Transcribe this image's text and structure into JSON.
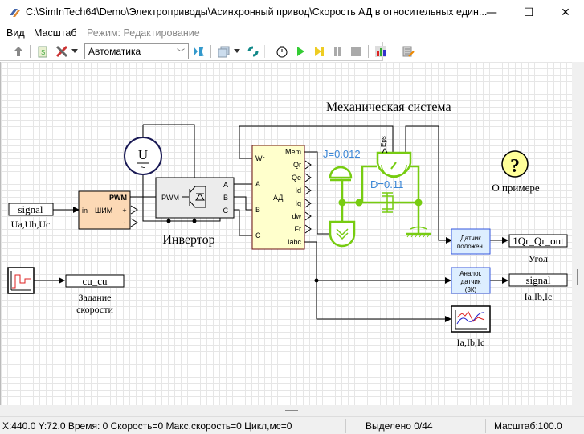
{
  "window": {
    "title": "C:\\SimInTech64\\Demo\\Электроприводы\\Асинхронный привод\\Скорость АД в относительных един...",
    "minimize": "—",
    "maximize": "☐",
    "close": "✕"
  },
  "menu": {
    "items": [
      {
        "label": "Вид"
      },
      {
        "label": "Масштаб"
      }
    ],
    "mode_label": "Режим: Редактирование"
  },
  "toolbar": {
    "combo_value": "Автоматика",
    "icons": [
      "up-arrow-icon",
      "script-icon",
      "tools-icon",
      "dropdown-icon",
      "connect-icon",
      "layers-icon",
      "dropdown-icon",
      "refresh-icon",
      "timer-icon",
      "play-icon",
      "step-icon",
      "pause-icon",
      "stop-icon",
      "chart-icon",
      "edit-list-icon"
    ]
  },
  "diagram": {
    "mech_title": "Механическая система",
    "inverter_label": "Инвертор",
    "source": {
      "label": "U",
      "sub": "~"
    },
    "pwm_block": {
      "title": "ШИМ",
      "in": "in",
      "out": "PWM",
      "plus": "+",
      "minus": "-"
    },
    "inverter": {
      "pwm": "PWM",
      "a": "A",
      "b": "B",
      "c": "C"
    },
    "motor": {
      "title": "АД",
      "inputs": [
        "Wr",
        "A",
        "B",
        "C"
      ],
      "outputs": [
        "Mem",
        "Qr",
        "Qe",
        "Id",
        "Iq",
        "dw",
        "Fr",
        "Iabc"
      ]
    },
    "signal_in": {
      "value": "signal",
      "caption": "Ua,Ub,Uc"
    },
    "speed_set": {
      "value": "cu_cu",
      "caption1": "Задание",
      "caption2": "скорости"
    },
    "inertia": "J=0.012",
    "damper": "D=0.11",
    "eps": "Eps",
    "about": {
      "glyph": "?",
      "label": "О примере"
    },
    "pos_sensor": {
      "line1": "Датчик",
      "line2": "положен."
    },
    "angle_out": {
      "value": "1Qr_Qr_out",
      "caption": "Угол"
    },
    "analog_sensor": {
      "line1": "Аналог.",
      "line2": "датчик",
      "line3": "(3К)"
    },
    "current_out": {
      "value": "signal",
      "caption": "Ia,Ib,Ic"
    },
    "scope_caption": "Ia,Ib,Ic",
    "colors": {
      "mech": "#77cc11",
      "param": "#3a86d6",
      "pwm_fill": "#fcd9b5",
      "motor_fill": "#ffffcc",
      "sensor_fill": "#ddeeff",
      "sensor_border": "#3355dd"
    }
  },
  "status": {
    "coords": "X:440.0  Y:72.0 Время: 0 Скорость=0 Макс.скорость=0 Цикл,мс=0",
    "selected": "Выделено 0/44",
    "scale": "Масштаб:100.0"
  }
}
